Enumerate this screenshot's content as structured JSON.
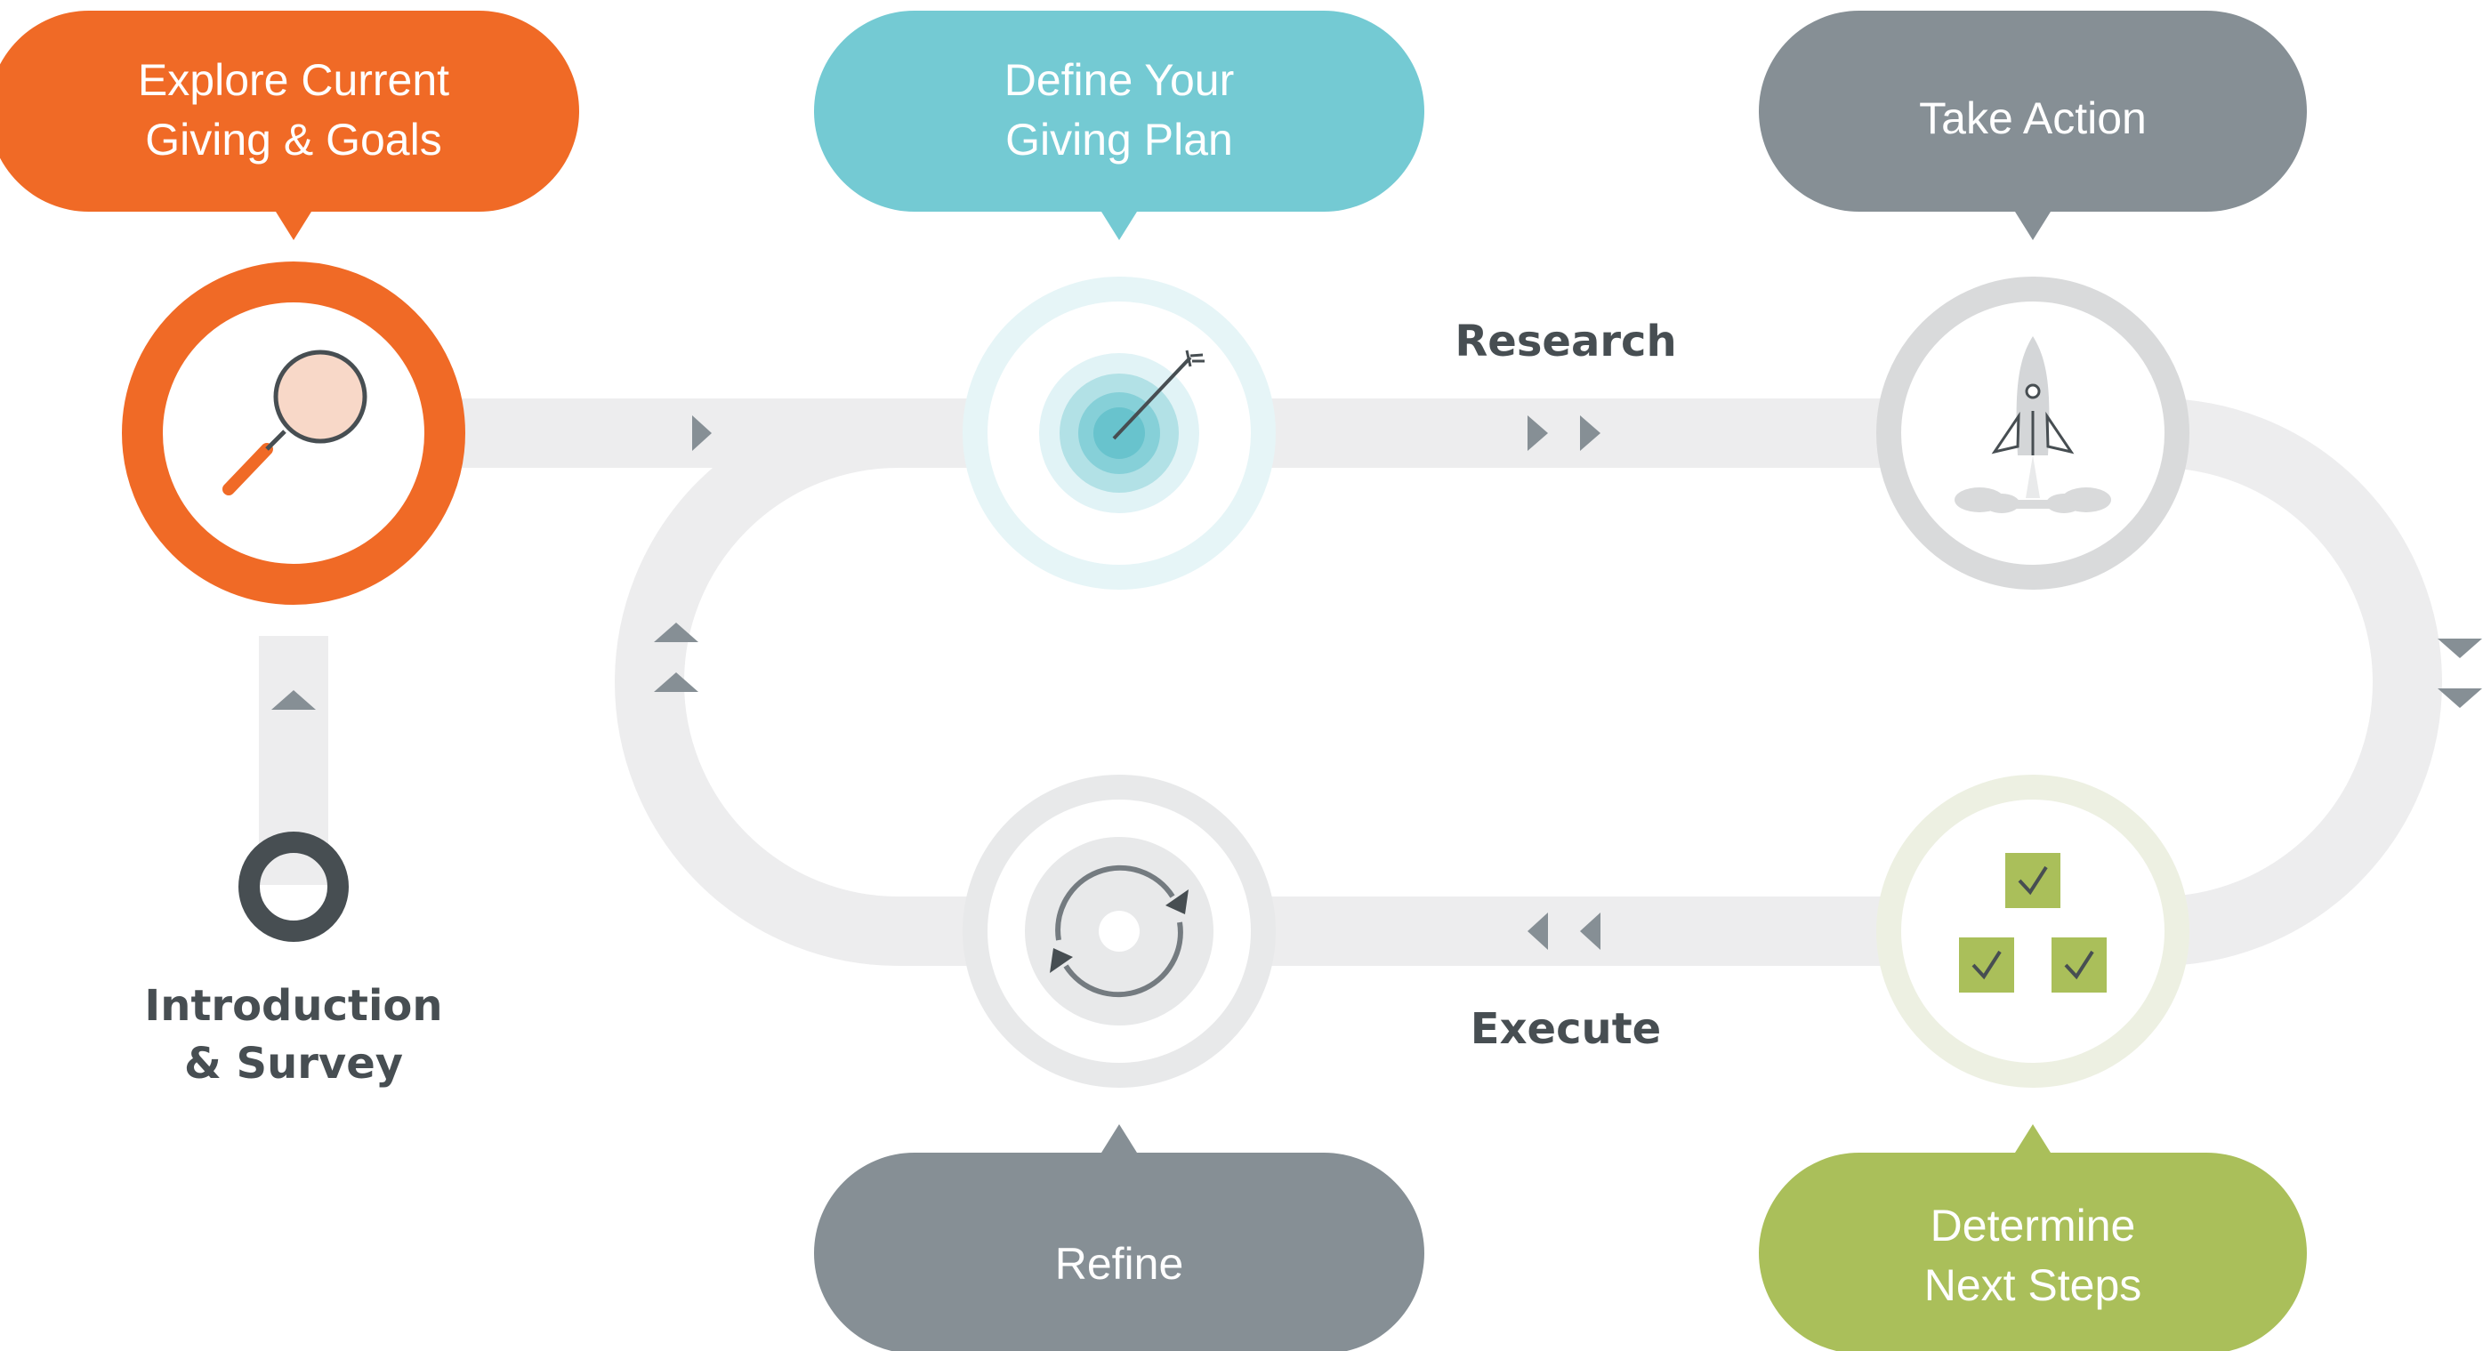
{
  "colors": {
    "orange": "#f06a26",
    "teal": "#74cad3",
    "gray": "#868f95",
    "green": "#aabf5a",
    "track": "#ededee",
    "arrow": "#868f95",
    "dark_text": "#474e52"
  },
  "steps": [
    {
      "id": "explore",
      "lines": [
        "Explore Current",
        "Giving & Goals"
      ],
      "icon": "magnifying-glass-icon"
    },
    {
      "id": "define",
      "lines": [
        "Define Your",
        "Giving Plan"
      ],
      "icon": "target-arrow-icon"
    },
    {
      "id": "action",
      "lines": [
        "Take Action"
      ],
      "icon": "rocket-icon"
    },
    {
      "id": "next",
      "lines": [
        "Determine",
        "Next Steps"
      ],
      "icon": "checkbox-blocks-icon"
    },
    {
      "id": "refine",
      "lines": [
        "Refine"
      ],
      "icon": "refresh-cycle-icon"
    }
  ],
  "start": {
    "lines": [
      "Introduction",
      "& Survey"
    ],
    "icon": "start-ring-icon"
  },
  "path_labels": {
    "research": "Research",
    "execute": "Execute"
  }
}
